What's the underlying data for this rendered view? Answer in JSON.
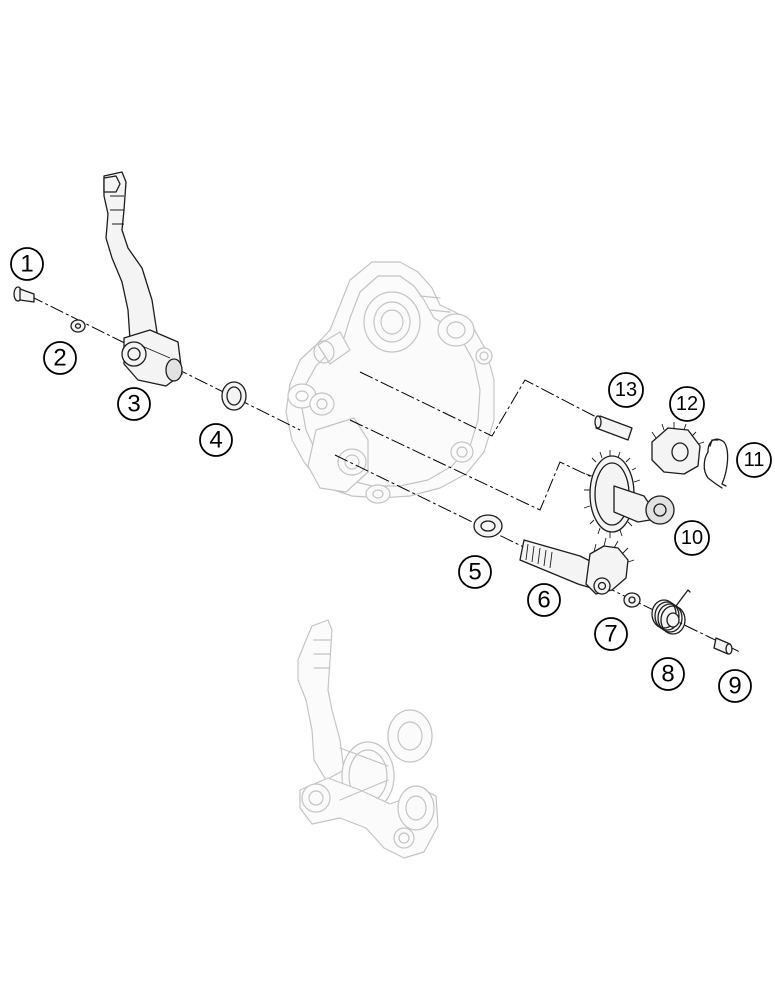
{
  "diagram": {
    "callouts": [
      {
        "id": "1",
        "text": "1"
      },
      {
        "id": "2",
        "text": "2"
      },
      {
        "id": "3",
        "text": "3"
      },
      {
        "id": "4",
        "text": "4"
      },
      {
        "id": "5",
        "text": "5"
      },
      {
        "id": "6",
        "text": "6"
      },
      {
        "id": "7",
        "text": "7"
      },
      {
        "id": "8",
        "text": "8"
      },
      {
        "id": "9",
        "text": "9"
      },
      {
        "id": "10",
        "text": "10"
      },
      {
        "id": "11",
        "text": "11"
      },
      {
        "id": "12",
        "text": "12"
      },
      {
        "id": "13",
        "text": "13"
      }
    ]
  }
}
